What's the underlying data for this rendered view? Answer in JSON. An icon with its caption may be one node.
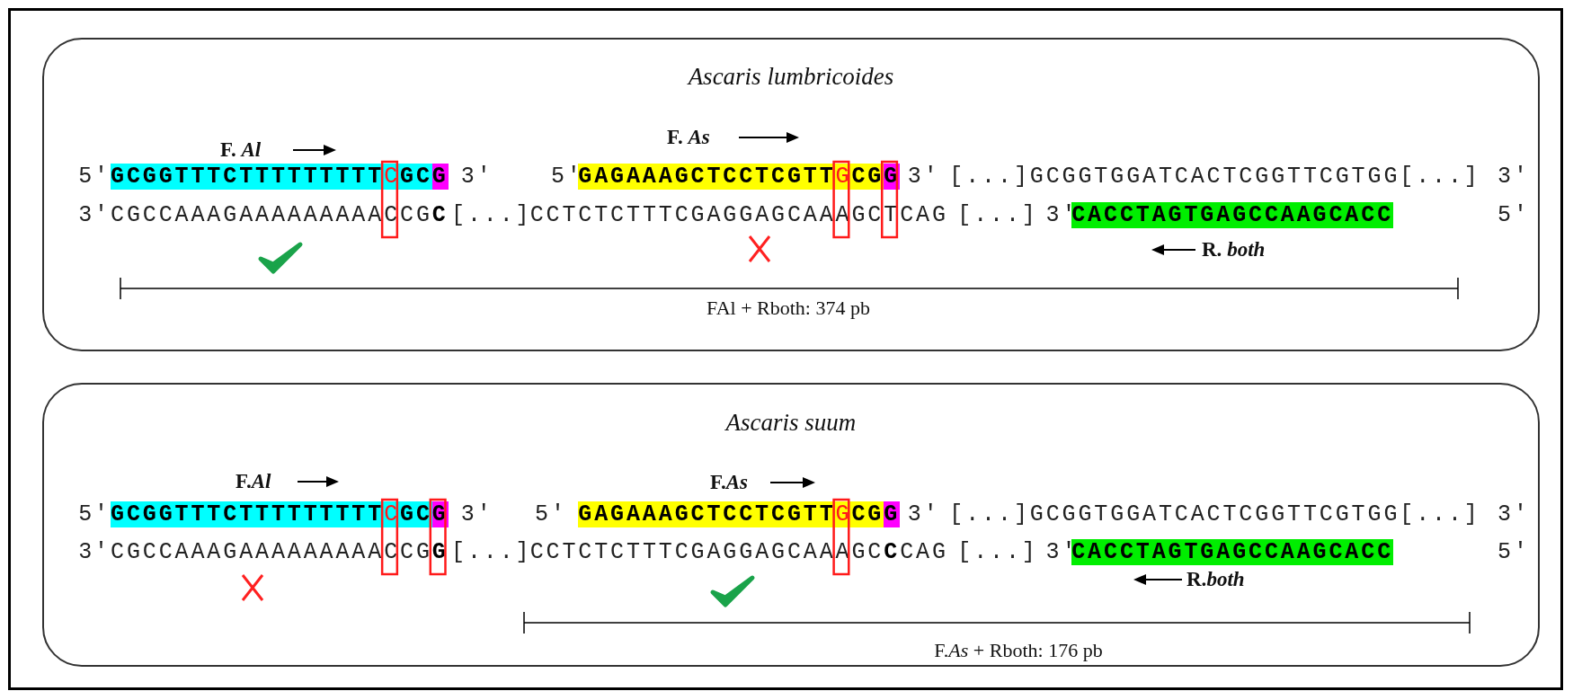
{
  "diagram": {
    "nodes": [
      {
        "text": [
          "Ascaris lumbricoides"
        ]
      },
      {
        "text": [
          "Ascaris suum"
        ]
      }
    ],
    "labels": [
      "F. *Al*",
      "F. *As*",
      "5′",
      "GCGGTTTCTTTTTTTTTCGCG",
      "3′",
      "5′",
      "GAGAAAGCTCCTCGTTGCGG",
      "3′",
      "[...]GCGGTGGATCACTCGGTTCGTGG[...]",
      "3′",
      "3′",
      "CGCCAAAGAAAAAAAAACCGC",
      "[...]",
      "CCTCTCTTTCGAGGAGCAAAGCTCAG",
      "[...]",
      "3′",
      "CACCTAGTGAGCCAAGCACC",
      "5′",
      "R. *both*",
      "FAl + Rboth: 374 pb",
      "F.*Al*",
      "F.*As*",
      "5′",
      "GCGGTTTCTTTTTTTTTCGCG",
      "3′",
      "5′",
      "GAGAAAGCTCCTCGTTGCGG",
      "3′",
      "[...]GCGGTGGATCACTCGGTTCGTGG[...]",
      "3′",
      "3′",
      "CGCCAAAGAAAAAAAAACCGG",
      "[...]",
      "CCTCTCTTTCGAGGAGCAAAGCCCAG",
      "[...]",
      "3′",
      "CACCTAGTGAGCCAAGCACC",
      "5′",
      "R.*both*",
      "F.*As* + Rboth: 176 pb"
    ]
  }
}
